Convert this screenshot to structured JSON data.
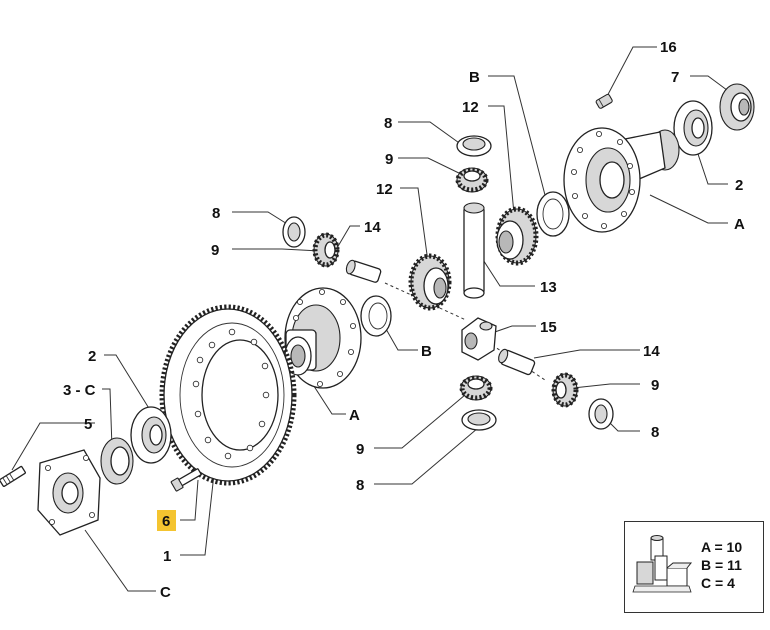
{
  "diagram": {
    "highlight_color": "#f4c430",
    "callouts": [
      {
        "id": "c16",
        "text": "16"
      },
      {
        "id": "c7",
        "text": "7"
      },
      {
        "id": "cB_top",
        "text": "B"
      },
      {
        "id": "c12_top",
        "text": "12"
      },
      {
        "id": "c8_top",
        "text": "8"
      },
      {
        "id": "c9_top",
        "text": "9"
      },
      {
        "id": "c12_mid",
        "text": "12"
      },
      {
        "id": "c2_right",
        "text": "2"
      },
      {
        "id": "cA_right",
        "text": "A"
      },
      {
        "id": "c8_left",
        "text": "8"
      },
      {
        "id": "c14_left",
        "text": "14"
      },
      {
        "id": "c9_left",
        "text": "9"
      },
      {
        "id": "c13",
        "text": "13"
      },
      {
        "id": "c15",
        "text": "15"
      },
      {
        "id": "cB_mid",
        "text": "B"
      },
      {
        "id": "c2_left",
        "text": "2"
      },
      {
        "id": "c14_right",
        "text": "14"
      },
      {
        "id": "c3C",
        "text": "3 - C"
      },
      {
        "id": "c9_right",
        "text": "9"
      },
      {
        "id": "c5",
        "text": "5"
      },
      {
        "id": "cA_mid",
        "text": "A"
      },
      {
        "id": "c8_right",
        "text": "8"
      },
      {
        "id": "c9_bottom",
        "text": "9"
      },
      {
        "id": "c8_bottom",
        "text": "8"
      },
      {
        "id": "c6",
        "text": "6"
      },
      {
        "id": "c1",
        "text": "1"
      },
      {
        "id": "cC",
        "text": "C"
      }
    ]
  },
  "legend": {
    "icon": "kit-boxes-icon",
    "items": [
      "A = 10",
      "B = 11",
      "C = 4"
    ]
  }
}
